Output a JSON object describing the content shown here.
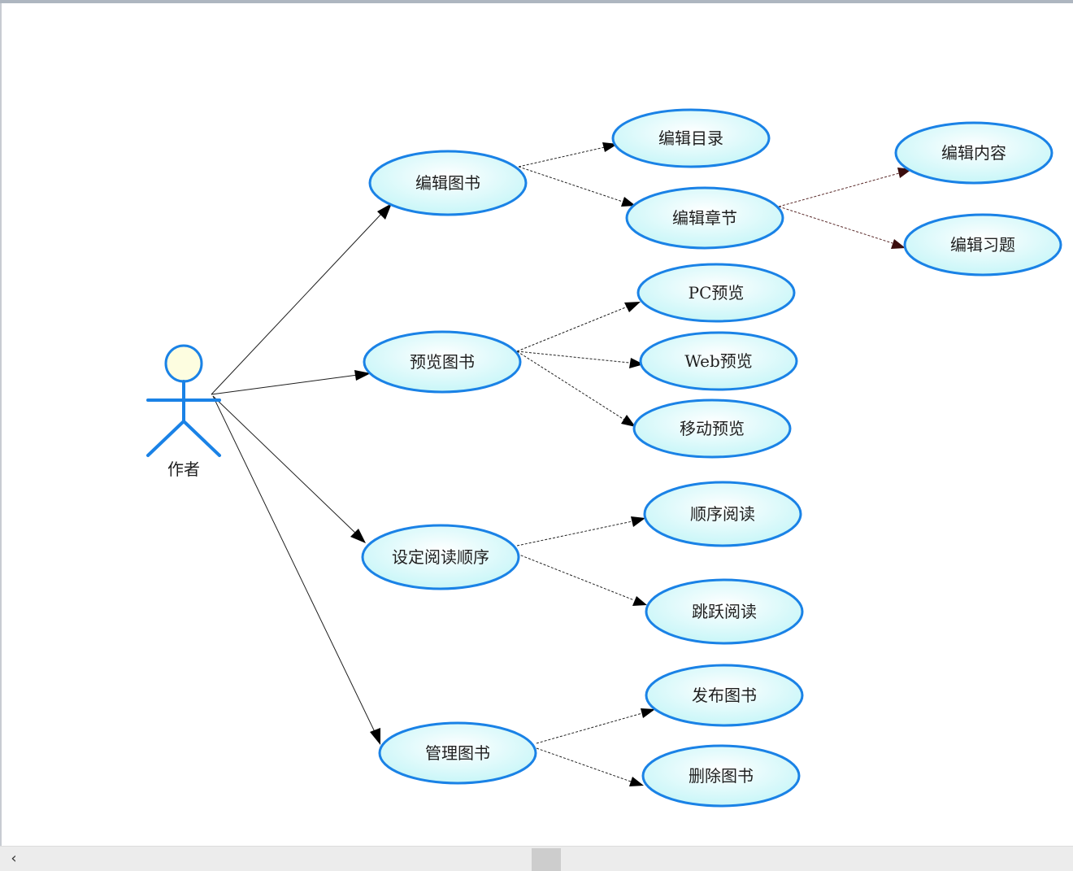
{
  "actor": {
    "label": "作者"
  },
  "use_cases": {
    "edit_book": "编辑图书",
    "edit_toc": "编辑目录",
    "edit_chapter": "编辑章节",
    "edit_content": "编辑内容",
    "edit_exercise": "编辑习题",
    "preview_book": "预览图书",
    "pc_preview": "PC预览",
    "web_preview": "Web预览",
    "mobile_preview": "移动预览",
    "set_reading_order": "设定阅读顺序",
    "sequential_reading": "顺序阅读",
    "jump_reading": "跳跃阅读",
    "manage_book": "管理图书",
    "publish_book": "发布图书",
    "delete_book": "删除图书"
  },
  "colors": {
    "ellipse_stroke": "#1a82e6",
    "ellipse_fill_center": "#ffffff",
    "ellipse_fill_edge": "#c8f6f8",
    "actor_head_fill": "#fdfde0"
  },
  "scrollbar": {
    "left_icon": "chevron-left-icon"
  }
}
